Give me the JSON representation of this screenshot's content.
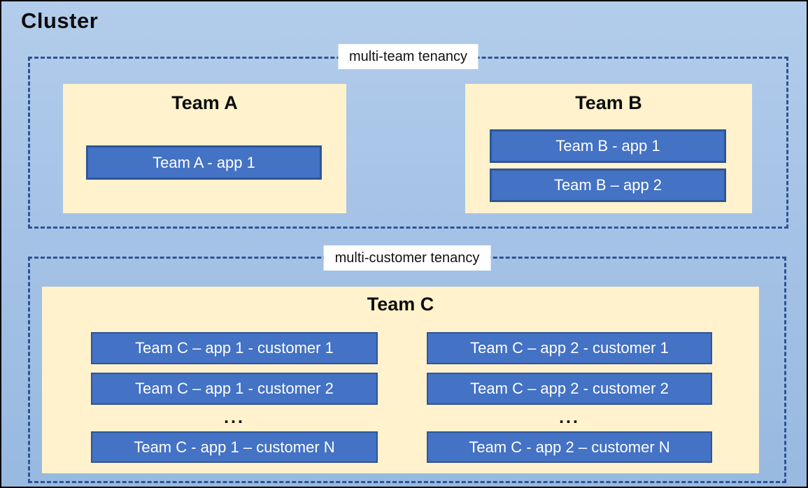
{
  "title": "Cluster",
  "sections": [
    {
      "label": "multi-team tenancy",
      "teams": [
        {
          "name": "Team A",
          "apps": [
            "Team A - app 1"
          ]
        },
        {
          "name": "Team B",
          "apps": [
            "Team B - app 1",
            "Team B – app 2"
          ]
        }
      ]
    },
    {
      "label": "multi-customer tenancy",
      "teams": [
        {
          "name": "Team C",
          "columns": [
            {
              "apps_top": [
                "Team C – app 1 - customer 1",
                "Team C – app 1 - customer 2"
              ],
              "ellipsis": "...",
              "app_bottom": "Team C - app 1 – customer N"
            },
            {
              "apps_top": [
                "Team C – app 2 - customer 1",
                "Team C – app 2 - customer 2"
              ],
              "ellipsis": "...",
              "app_bottom": "Team C - app 2 – customer N"
            }
          ]
        }
      ]
    }
  ],
  "colors": {
    "cluster_bg_top": "#B3CCEB",
    "cluster_bg_bottom": "#98B9E0",
    "outer_border": "#000000",
    "dashed_border": "#2E5395",
    "team_bg": "#FFF2CC",
    "app_bg": "#4472C4",
    "app_border": "#2F5597",
    "label_bg": "#FFFFFF",
    "text_dark": "#0D0D0D",
    "text_light": "#FFFFFF"
  }
}
